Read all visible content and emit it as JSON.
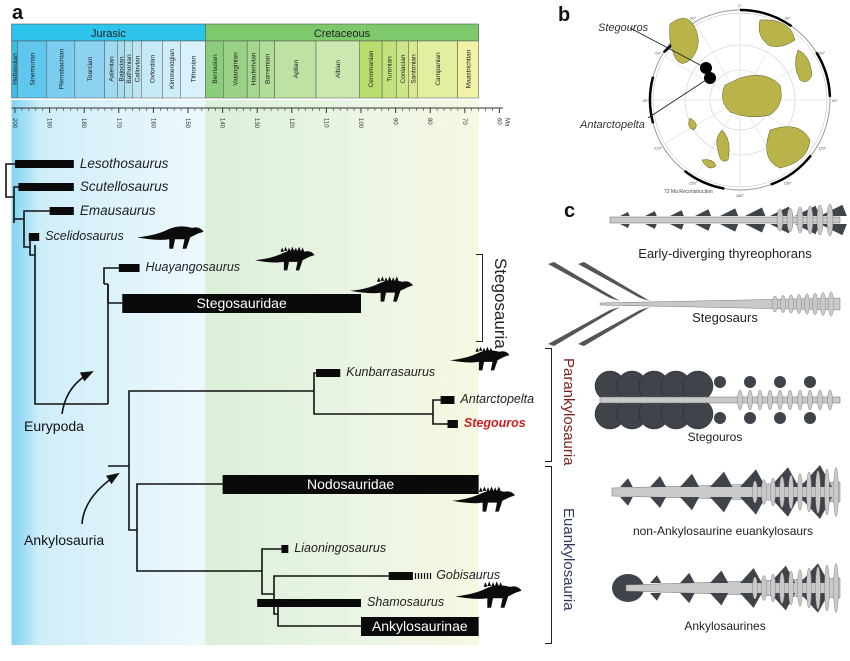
{
  "panels": {
    "a": "a",
    "b": "b",
    "c": "c"
  },
  "timescale": {
    "unit": "Ma",
    "periods": [
      {
        "name": "Jurasic",
        "start": 201,
        "end": 145,
        "color": "#2ec3ea"
      },
      {
        "name": "Cretaceous",
        "start": 145,
        "end": 66,
        "color": "#7dc96c"
      }
    ],
    "stages": [
      {
        "name": "Hettangian",
        "start": 201,
        "end": 199.3,
        "color": "#3bbde6"
      },
      {
        "name": "Sinemurian",
        "start": 199.3,
        "end": 190.8,
        "color": "#5fc6ee"
      },
      {
        "name": "Pliensbachian",
        "start": 190.8,
        "end": 182.7,
        "color": "#7ccdf0"
      },
      {
        "name": "Toarcian",
        "start": 182.7,
        "end": 174.1,
        "color": "#8ed2f1"
      },
      {
        "name": "Aalenian",
        "start": 174.1,
        "end": 170.3,
        "color": "#9fdaf0"
      },
      {
        "name": "Bajocian",
        "start": 170.3,
        "end": 168.3,
        "color": "#a9dced"
      },
      {
        "name": "Bathonian",
        "start": 168.3,
        "end": 166.1,
        "color": "#b2e1ef"
      },
      {
        "name": "Callovian",
        "start": 166.1,
        "end": 163.5,
        "color": "#bde5f0"
      },
      {
        "name": "Oxfordian",
        "start": 163.5,
        "end": 157.3,
        "color": "#c6eaf7"
      },
      {
        "name": "Kimmeridgian",
        "start": 157.3,
        "end": 152.1,
        "color": "#cfeef7"
      },
      {
        "name": "Tithonian",
        "start": 152.1,
        "end": 145,
        "color": "#d8f1fa"
      },
      {
        "name": "Berriasian",
        "start": 145,
        "end": 139.8,
        "color": "#8ccd7b"
      },
      {
        "name": "Valanginian",
        "start": 139.8,
        "end": 132.9,
        "color": "#99d285"
      },
      {
        "name": "Hauterivian",
        "start": 132.9,
        "end": 129.4,
        "color": "#a5d88f"
      },
      {
        "name": "Barremian",
        "start": 129.4,
        "end": 125,
        "color": "#b1dd99"
      },
      {
        "name": "Aptian",
        "start": 125,
        "end": 113,
        "color": "#bde2a3"
      },
      {
        "name": "Albian",
        "start": 113,
        "end": 100.5,
        "color": "#cbe8b1"
      },
      {
        "name": "Cenomanian",
        "start": 100.5,
        "end": 93.9,
        "color": "#b9dc6e"
      },
      {
        "name": "Turonian",
        "start": 93.9,
        "end": 89.8,
        "color": "#c3e27c"
      },
      {
        "name": "Coniacian",
        "start": 89.8,
        "end": 86.3,
        "color": "#cde68a"
      },
      {
        "name": "Santonian",
        "start": 86.3,
        "end": 83.6,
        "color": "#d6ea93"
      },
      {
        "name": "Campanian",
        "start": 83.6,
        "end": 72.1,
        "color": "#e2ef9f"
      },
      {
        "name": "Maastrichtian",
        "start": 72.1,
        "end": 66,
        "color": "#f0f3a6"
      }
    ],
    "ticks": [
      "200",
      "190",
      "180",
      "170",
      "160",
      "150",
      "140",
      "130",
      "120",
      "110",
      "100",
      "90",
      "80",
      "70",
      "60"
    ],
    "tick_values": [
      200,
      190,
      180,
      170,
      160,
      150,
      140,
      130,
      120,
      110,
      100,
      90,
      80,
      70,
      60
    ]
  },
  "tree": {
    "taxa": [
      {
        "name": "Lesothosaurus",
        "range": [
          200,
          183
        ],
        "row": 0,
        "italic": true
      },
      {
        "name": "Scutellosaurus",
        "range": [
          199,
          183
        ],
        "row": 1,
        "italic": true
      },
      {
        "name": "Emausaurus",
        "range": [
          190,
          183
        ],
        "row": 2,
        "italic": true
      },
      {
        "name": "Scelidosaurus",
        "range": [
          196,
          193
        ],
        "row": 3,
        "italic": true
      },
      {
        "name": "Huayangosaurus",
        "range": [
          170,
          164
        ],
        "row": 4,
        "italic": true
      },
      {
        "name": "Kunbarrasaurus",
        "range": [
          113,
          106
        ],
        "row": 7,
        "italic": true
      },
      {
        "name": "Antarctopelta",
        "range": [
          77,
          73
        ],
        "row": 8,
        "italic": true
      },
      {
        "name": "Stegouros",
        "range": [
          75,
          72
        ],
        "row": 9,
        "italic": true,
        "highlight": "#cc1f1f"
      },
      {
        "name": "Liaoningosaurus",
        "range": [
          123,
          121
        ],
        "row": 11,
        "italic": true
      },
      {
        "name": "Gobisaurus",
        "range": [
          92,
          85
        ],
        "dashed_to": 80,
        "row": 12,
        "italic": true
      },
      {
        "name": "Shamosaurus",
        "range": [
          130,
          100
        ],
        "row": 13,
        "italic": true
      }
    ],
    "clades": [
      {
        "name": "Stegosauridae",
        "range": [
          169,
          100
        ],
        "row": 5
      },
      {
        "name": "Nodosauridae",
        "range": [
          140,
          66
        ],
        "row": 10
      },
      {
        "name": "Ankylosaurinae",
        "range": [
          100,
          66
        ],
        "row": 14
      }
    ],
    "node_labels": [
      {
        "name": "Eurypoda"
      },
      {
        "name": "Ankylosauria"
      }
    ],
    "brackets": [
      {
        "name": "Stegosauria",
        "color": "#222222"
      },
      {
        "name": "Parankylosauria",
        "color": "#7a1e1e"
      },
      {
        "name": "Euankylosauria",
        "color": "#2e3b5a"
      }
    ]
  },
  "map": {
    "markers": [
      {
        "label": "Stegouros"
      },
      {
        "label": "Antarctopelta"
      }
    ],
    "land_color": "#b8b44a",
    "caption": "72 Ma Reconstruction",
    "longitudes": [
      "0°",
      "30°",
      "60°",
      "90°",
      "120°",
      "150°",
      "180°",
      "-150°",
      "-120°",
      "-90°",
      "-60°",
      "-30°"
    ]
  },
  "tails": [
    {
      "caption": "Early-diverging thyreophorans"
    },
    {
      "caption": "Stegosaurs"
    },
    {
      "caption": "Stegouros"
    },
    {
      "caption": "non-Ankylosaurine euankylosaurs"
    },
    {
      "caption": "Ankylosaurines"
    }
  ]
}
